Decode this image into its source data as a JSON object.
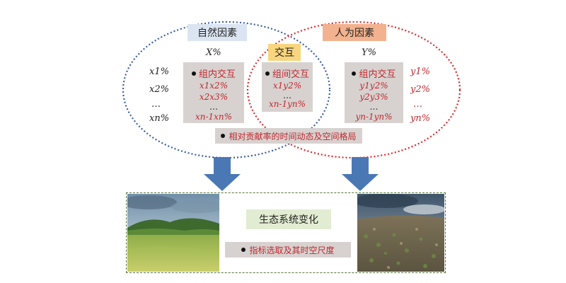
{
  "labels": {
    "natural_factors": "自然因素",
    "human_factors": "人为因素",
    "interaction": "交互",
    "x_percent": "X%",
    "y_percent": "Y%"
  },
  "left_vars": {
    "x1": "x1%",
    "x2": "x2%",
    "dots": "…",
    "xn": "xn%"
  },
  "right_vars": {
    "y1": "y1%",
    "y2": "y2%",
    "dots": "…",
    "yn": "yn%"
  },
  "panel_x": {
    "title": "组内交互",
    "row1": "x1x2%",
    "row2": "x2x3%",
    "dots": "…",
    "row4": "xn-1xn%"
  },
  "panel_mid": {
    "title": "组间交互",
    "row1": "x1y2%",
    "dots": "…",
    "row3": "xn-1yn%"
  },
  "panel_y": {
    "title": "组内交互",
    "row1": "y1y2%",
    "row2": "y2y3%",
    "dots": "…",
    "row4": "yn-1yn%"
  },
  "dynamics_text": "相对贡献率的时间动态及空间格局",
  "bottom": {
    "ecosystem_change": "生态系统变化",
    "indicator_text": "指标选取及其时空尺度"
  },
  "colors": {
    "blue_ellipse": "#3b5ba8",
    "red_ellipse": "#e0262c",
    "arrow": "#4a78b5",
    "frame": "#58743a",
    "accent_red": "#c0282e"
  }
}
